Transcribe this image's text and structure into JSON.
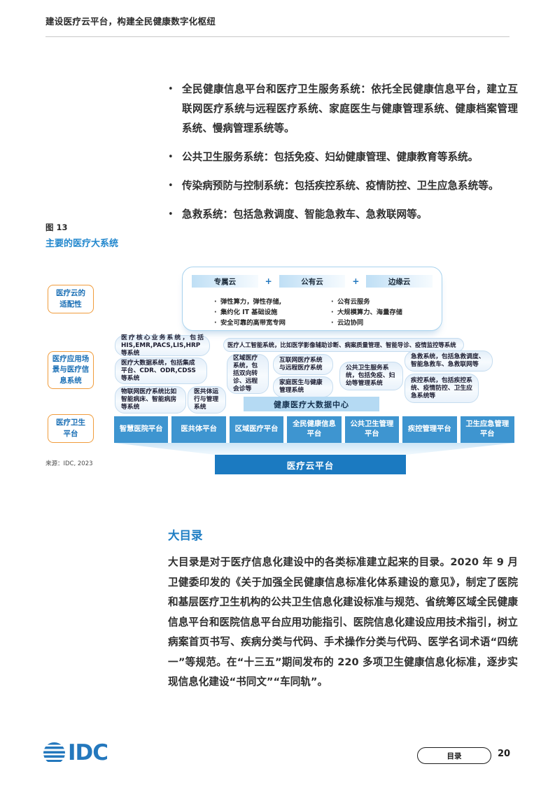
{
  "page": {
    "header_title": "建设医疗云平台，构建全民健康数字化枢纽",
    "footer": {
      "logo_text": "IDC",
      "toc_button_label": "目录",
      "page_number": "20"
    }
  },
  "bullets": [
    "全民健康信息平台和医疗卫生服务系统：依托全民健康信息平台，建立互联网医疗系统与远程医疗系统、家庭医生与健康管理系统、健康档案管理系统、慢病管理系统等。",
    "公共卫生服务系统：包括免疫、妇幼健康管理、健康教育等系统。",
    "传染病预防与控制系统：包括疾控系统、疫情防控、卫生应急系统等。",
    "急救系统：包括急救调度、智能急救车、急救联网等。"
  ],
  "figure": {
    "label": "图 13",
    "title": "主要的医疗大系统",
    "source": "来源：IDC, 2023",
    "diagram": {
      "left_labels": [
        "医疗云的\n适配性",
        "医疗应用场\n景与医疗信\n息系统",
        "医疗卫生\n平台"
      ],
      "cloud_box": {
        "headers": [
          "专属云",
          "公有云",
          "边缘云"
        ],
        "plus": "+",
        "bullet_marker": "·",
        "left_points": [
          "弹性算力，弹性存储,",
          "集约化 IT 基础设施",
          "安全可靠的高带宽专网"
        ],
        "right_points": [
          "公有云服务",
          "大规模算力、海量存储",
          "云边协同"
        ]
      },
      "bubbles": {
        "core": "医疗核心业务系统，包括HIS,EMR,PACS,LIS,HRP 等系统",
        "ai": "医疗人工智能系统，比如医学影像辅助诊断、病案质量管理、智能导诊、疫情监控等系统",
        "bigdata": "医疗大数据系统，包括集成平台、CDR、ODR,CDSS 等系统",
        "iot": "物联网医疗系统比如智能病床、智能病房等系统",
        "consortium": "医共体运行与管理系统",
        "regional": "区域医疗系统，包括双向转诊、远程会诊等",
        "internet": "互联网医疗系统与远程医疗系统",
        "family": "家庭医生与健康管理系统",
        "publichealth": "公共卫生服务系统，包括免疫、妇幼等管理系统",
        "emergency": "急救系统，包括急救调度、智能急救车、急救联网等",
        "cdc": "疾控系统，包括疾控系统、疫情防控、卫生应急系统等"
      },
      "data_center_banner": "健康医疗大数据中心",
      "platforms": [
        "智慧医院平台",
        "医共体平台",
        "区域医疗平台",
        "全民健康信息平台",
        "公共卫生管理平台",
        "疾控管理平台",
        "卫生应急管理平台"
      ],
      "cloud_bar": "医疗云平台"
    }
  },
  "section": {
    "heading": "大目录",
    "paragraph": "大目录是对于医疗信息化建设中的各类标准建立起来的目录。2020 年 9 月卫健委印发的《关于加强全民健康信息标准化体系建设的意见》，制定了医院和基层医疗卫生机构的公共卫生信息化建设标准与规范、省统筹区域全民健康信息平台和医院信息平台应用功能指引、医院信息化建设应用技术指引，树立病案首页书写、疾病分类与代码、手术操作分类与代码、医学名词术语“四统一”等规范。在“十三五”期间发布的 220 多项卫生健康信息化标准，逐步实现信息化建设“书同文”“车同轨”。"
  }
}
